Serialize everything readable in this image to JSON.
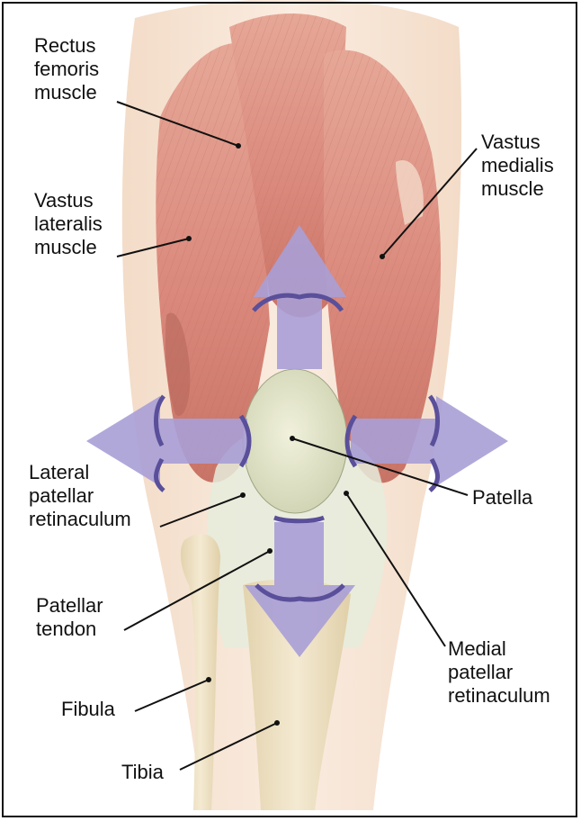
{
  "figure": {
    "labels": {
      "rectus_femoris": "Rectus\nfemoris\nmuscle",
      "vastus_medialis": "Vastus\nmedialis\nmuscle",
      "vastus_lateralis": "Vastus\nlateralis\nmuscle",
      "lateral_retinaculum": "Lateral\npatellar\nretinaculum",
      "patella": "Patella",
      "patellar_tendon": "Patellar\ntendon",
      "medial_retinaculum": "Medial\npatellar\nretinaculum",
      "fibula": "Fibula",
      "tibia": "Tibia"
    },
    "colors": {
      "muscle": "#d9877a",
      "muscle_dark": "#b8675c",
      "skin": "#f6e3d2",
      "bone": "#efe2c4",
      "patella": "#e3e3c8",
      "arrow": "#a99fd6",
      "arrow_edge": "#5a4f9a",
      "leader": "#111111"
    },
    "icons": [
      "arrow-up-icon",
      "arrow-down-icon",
      "arrow-left-icon",
      "arrow-right-icon"
    ]
  }
}
